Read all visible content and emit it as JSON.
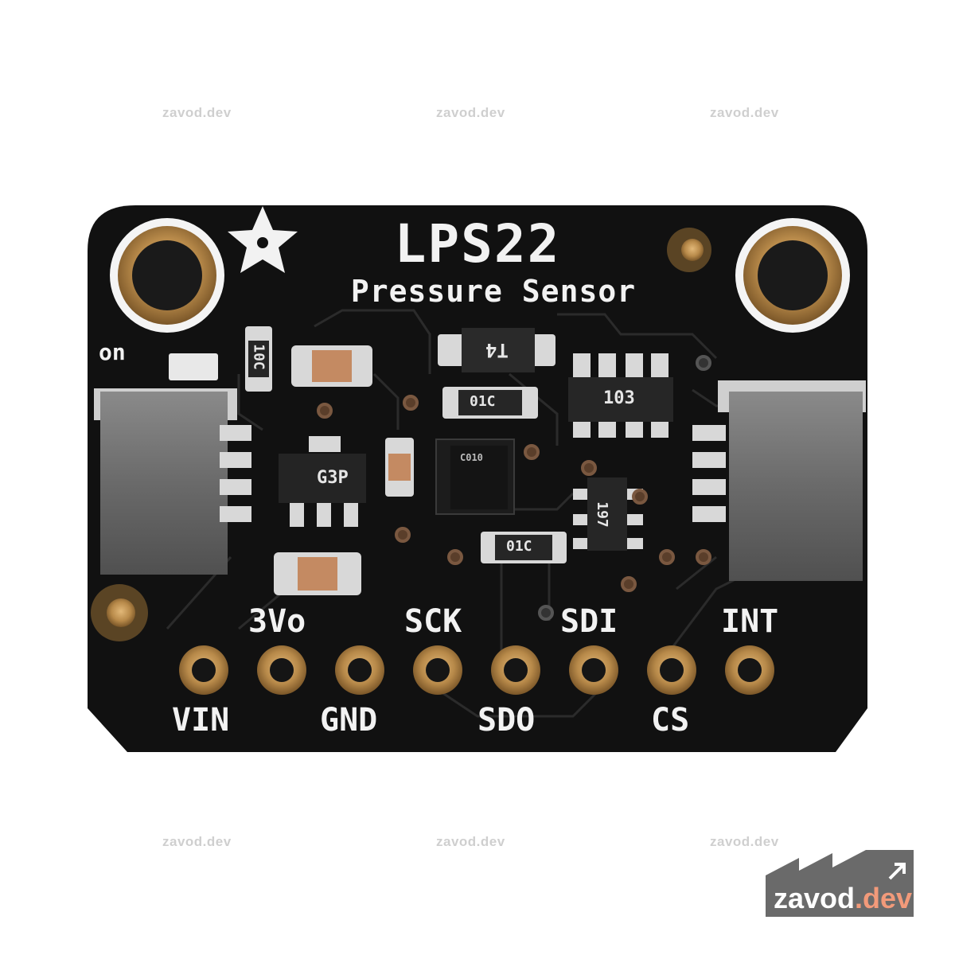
{
  "watermark": "zavod.dev",
  "board": {
    "title": "LPS22",
    "subtitle": "Pressure Sensor",
    "led_label": "on",
    "pins_top": [
      "3Vo",
      "SCK",
      "SDI",
      "INT"
    ],
    "pins_bottom": [
      "VIN",
      "GND",
      "SDO",
      "CS"
    ],
    "chip_markings": {
      "regulator": "G3P",
      "diode": "T4",
      "resistor_top_left": "10C",
      "resistor_mid": "01C",
      "resistor_low": "01C",
      "resistor_array": "103",
      "sensor": "C010",
      "level_shifter": "197"
    }
  },
  "logo": {
    "name": "zavod",
    "suffix": ".dev"
  },
  "colors": {
    "pcb": "#111111",
    "silkscreen": "#f2f2f2",
    "gold": "#b88a4a",
    "connector": "#6e6e6e",
    "logo_bg": "#6a6a6a",
    "logo_accent": "#f29a7a"
  }
}
